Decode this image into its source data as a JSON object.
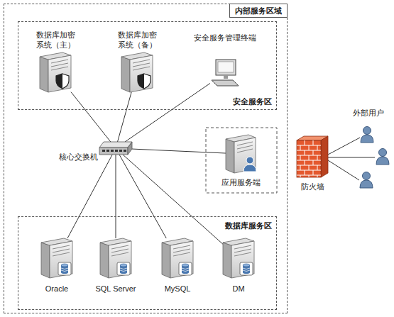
{
  "diagram": {
    "nodes": [
      {
        "text": [
          "内部服务区域"
        ]
      },
      {
        "text": [
          "安全服务区"
        ],
        "in": 0
      },
      {
        "text": [
          "数据库加密 系统（主）"
        ],
        "in": 1
      },
      {
        "text": [
          "数据库加密 系统（备）"
        ],
        "in": 1
      },
      {
        "text": [
          "安全服务管理终端"
        ],
        "in": 1
      },
      {
        "text": [
          "核心交换机"
        ],
        "in": 0
      },
      {
        "text": [
          "应用服务端"
        ],
        "in": 0
      },
      {
        "text": [
          "数据库服务区"
        ],
        "in": 0
      },
      {
        "text": [
          "Oracle"
        ],
        "in": 7
      },
      {
        "text": [
          "SQL Server"
        ],
        "in": 7
      },
      {
        "text": [
          "MySQL"
        ],
        "in": 7
      },
      {
        "text": [
          "DM"
        ],
        "in": 7
      },
      {
        "text": [
          "防火墙"
        ]
      }
    ],
    "edges": [
      {
        "from": 5,
        "to": 2,
        "arrow": "none"
      },
      {
        "from": 5,
        "to": 3,
        "arrow": "none"
      },
      {
        "from": 5,
        "to": 4,
        "arrow": "none"
      },
      {
        "from": 5,
        "to": 6,
        "arrow": "none"
      },
      {
        "from": 5,
        "to": 8,
        "arrow": "none"
      },
      {
        "from": 5,
        "to": 9,
        "arrow": "none"
      },
      {
        "from": 5,
        "to": 10,
        "arrow": "none"
      },
      {
        "from": 5,
        "to": 11,
        "arrow": "none"
      }
    ],
    "labels": [
      "外部用户"
    ]
  }
}
